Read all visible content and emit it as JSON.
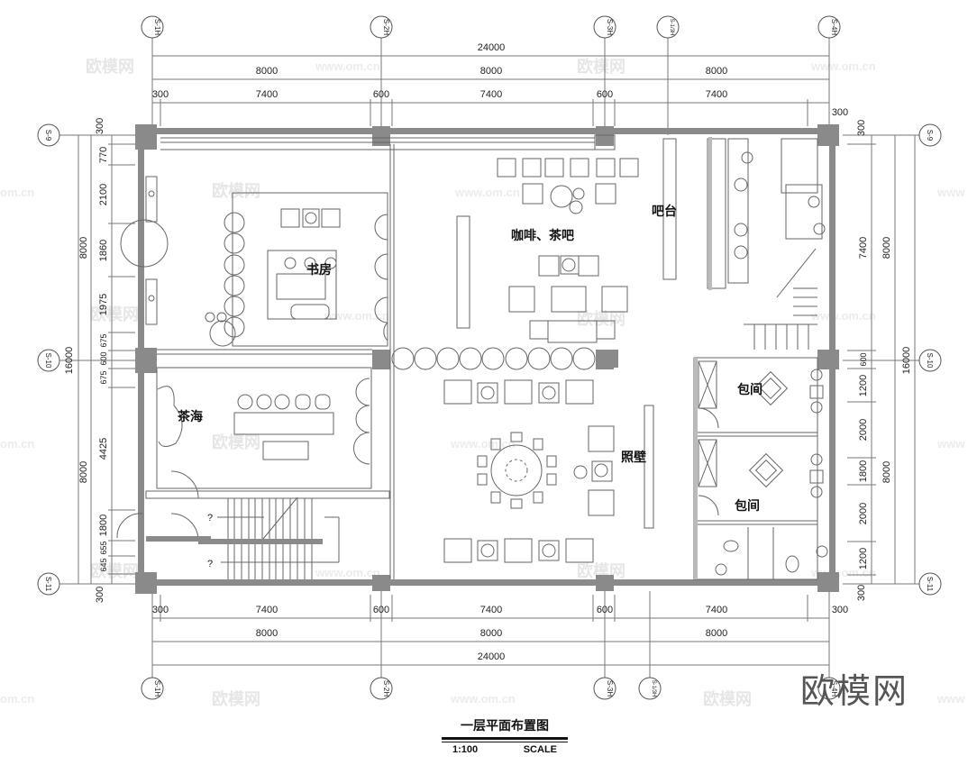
{
  "drawing": {
    "title": "一层平面布置图",
    "scale": "1:100",
    "scale_label": "SCALE",
    "brand_watermark": "欧模网",
    "watermark_url": "www.om.cn"
  },
  "axes": {
    "top": [
      "S-1H",
      "S-2H",
      "S-3H",
      "S-1/3H",
      "S-4H"
    ],
    "bottom": [
      "S-1H",
      "S-2H",
      "S-3H",
      "S-1/3H",
      "S-4H"
    ],
    "left": [
      "S-9",
      "S-10",
      "S-11"
    ],
    "right": [
      "S-9",
      "S-10",
      "S-11"
    ]
  },
  "dimensions": {
    "top_total": "24000",
    "top_bays": [
      "8000",
      "8000",
      "8000"
    ],
    "top_detail": [
      "300",
      "7400",
      "600",
      "7400",
      "600",
      "7400",
      "300"
    ],
    "bottom_detail": [
      "300",
      "7400",
      "600",
      "7400",
      "600",
      "7400",
      "300"
    ],
    "bottom_bays": [
      "8000",
      "8000",
      "8000"
    ],
    "bottom_total": "24000",
    "left_total": "16000",
    "left_bays": [
      "8000",
      "8000"
    ],
    "left_detail": [
      "300",
      "770",
      "2100",
      "1860",
      "1975",
      "675",
      "600",
      "675",
      "4425",
      "1800",
      "655",
      "645",
      "300"
    ],
    "right_total": "16000",
    "right_bays": [
      "8000",
      "8000"
    ],
    "right_detail": [
      "300",
      "7400",
      "600",
      "1200",
      "2000",
      "1800",
      "2000",
      "1200",
      "300"
    ]
  },
  "rooms": {
    "study": "书房",
    "cafe": "咖啡、茶吧",
    "bar": "吧台",
    "tea_sea": "茶海",
    "screen_wall": "照壁",
    "private_room_1": "包间",
    "private_room_2": "包间"
  },
  "stair_marks": [
    "?",
    "?"
  ]
}
